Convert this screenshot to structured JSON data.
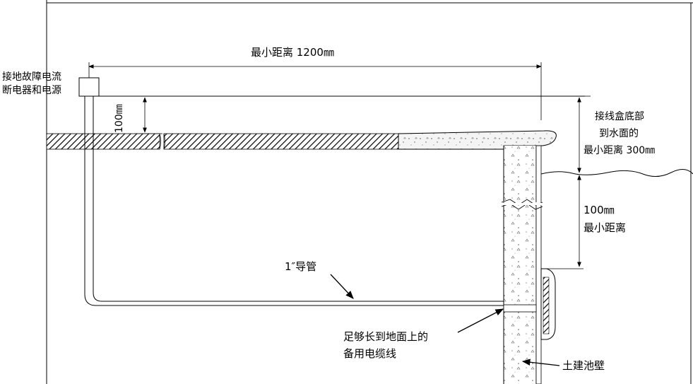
{
  "labels": {
    "width_dim": "最小距离 1200㎜",
    "breaker_line1": "接地故障电流",
    "breaker_line2": "断电器和电源",
    "depth_100": "100㎜",
    "box_line1": "接线盒底部",
    "box_line2": "到水面的",
    "box_line3": "最小距离 300㎜",
    "min100_line1": "100㎜",
    "min100_line2": "最小距离",
    "conduit": "1″导管",
    "cable_line1": "足够长到地面上的",
    "cable_line2": "备用电缆线",
    "wall": "土建池壁"
  }
}
